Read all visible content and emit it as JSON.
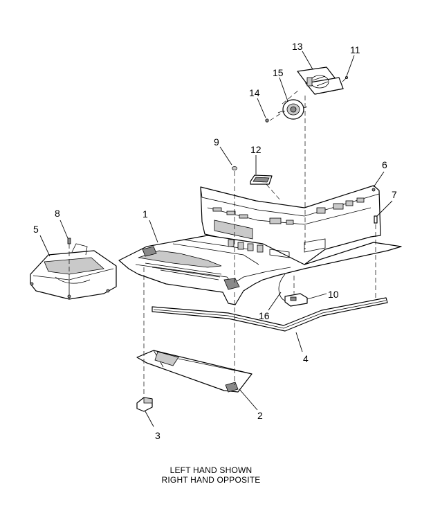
{
  "callouts": [
    {
      "id": "1",
      "label": "1"
    },
    {
      "id": "2",
      "label": "2"
    },
    {
      "id": "3",
      "label": "3"
    },
    {
      "id": "4",
      "label": "4"
    },
    {
      "id": "5",
      "label": "5"
    },
    {
      "id": "6",
      "label": "6"
    },
    {
      "id": "7",
      "label": "7"
    },
    {
      "id": "8",
      "label": "8"
    },
    {
      "id": "9",
      "label": "9"
    },
    {
      "id": "10",
      "label": "10"
    },
    {
      "id": "11",
      "label": "11"
    },
    {
      "id": "12",
      "label": "12"
    },
    {
      "id": "13",
      "label": "13"
    },
    {
      "id": "14",
      "label": "14"
    },
    {
      "id": "15",
      "label": "15"
    },
    {
      "id": "16",
      "label": "16"
    }
  ],
  "caption": {
    "line1": "LEFT HAND SHOWN",
    "line2": "RIGHT HAND OPPOSITE"
  }
}
